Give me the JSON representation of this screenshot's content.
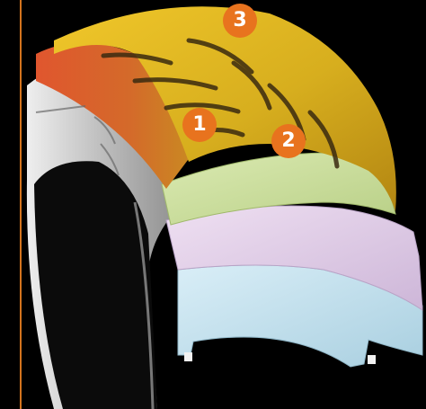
{
  "callouts": [
    {
      "label": "1"
    },
    {
      "label": "2"
    },
    {
      "label": "3"
    }
  ],
  "colors": {
    "accent_orange": "#e8731e",
    "background": "#000000",
    "tread_yellow": "#d9b21f",
    "shoulder_red": "#d2462a",
    "belt_green": "#c9dc9b",
    "ply_pink": "#d9c8e3",
    "ply_blue": "#b8d8e8",
    "sidewall_silver": "#cfcfcf"
  }
}
